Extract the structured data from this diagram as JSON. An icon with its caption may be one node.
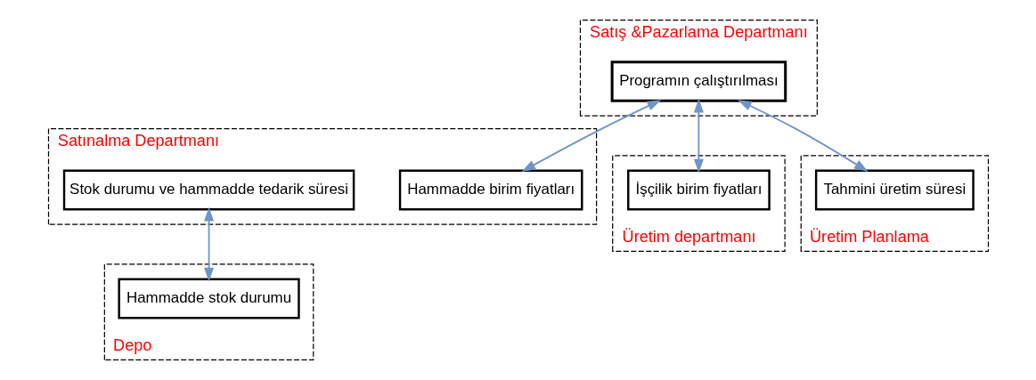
{
  "diagram": {
    "nodes": [
      {
        "text": [
          "Satış &Pazarlama Departmanı"
        ]
      },
      {
        "text": [
          "Programın çalıştırılması"
        ],
        "in": 0
      },
      {
        "text": [
          "Satınalma Departmanı"
        ]
      },
      {
        "text": [
          "Hammadde birim fiyatları"
        ],
        "in": 2
      },
      {
        "text": [
          "Stok durumu ve hammadde tedarik süresi"
        ],
        "in": 2
      },
      {
        "text": [
          "Üretim departmanı"
        ]
      },
      {
        "text": [
          "İşçilik birim fiyatları"
        ],
        "in": 5
      },
      {
        "text": [
          "Üretim Planlama"
        ]
      },
      {
        "text": [
          "Tahmini üretim süresi"
        ],
        "in": 7
      },
      {
        "text": [
          "Depo"
        ]
      },
      {
        "text": [
          "Hammadde stok durumu"
        ],
        "in": 9
      }
    ],
    "edges": [
      {
        "from": 1,
        "to": 3,
        "arrow": "both"
      },
      {
        "from": 1,
        "to": 8,
        "arrow": "both"
      },
      {
        "from": 1,
        "to": 6,
        "arrow": "both"
      },
      {
        "from": 4,
        "to": 10,
        "arrow": "both"
      }
    ]
  }
}
